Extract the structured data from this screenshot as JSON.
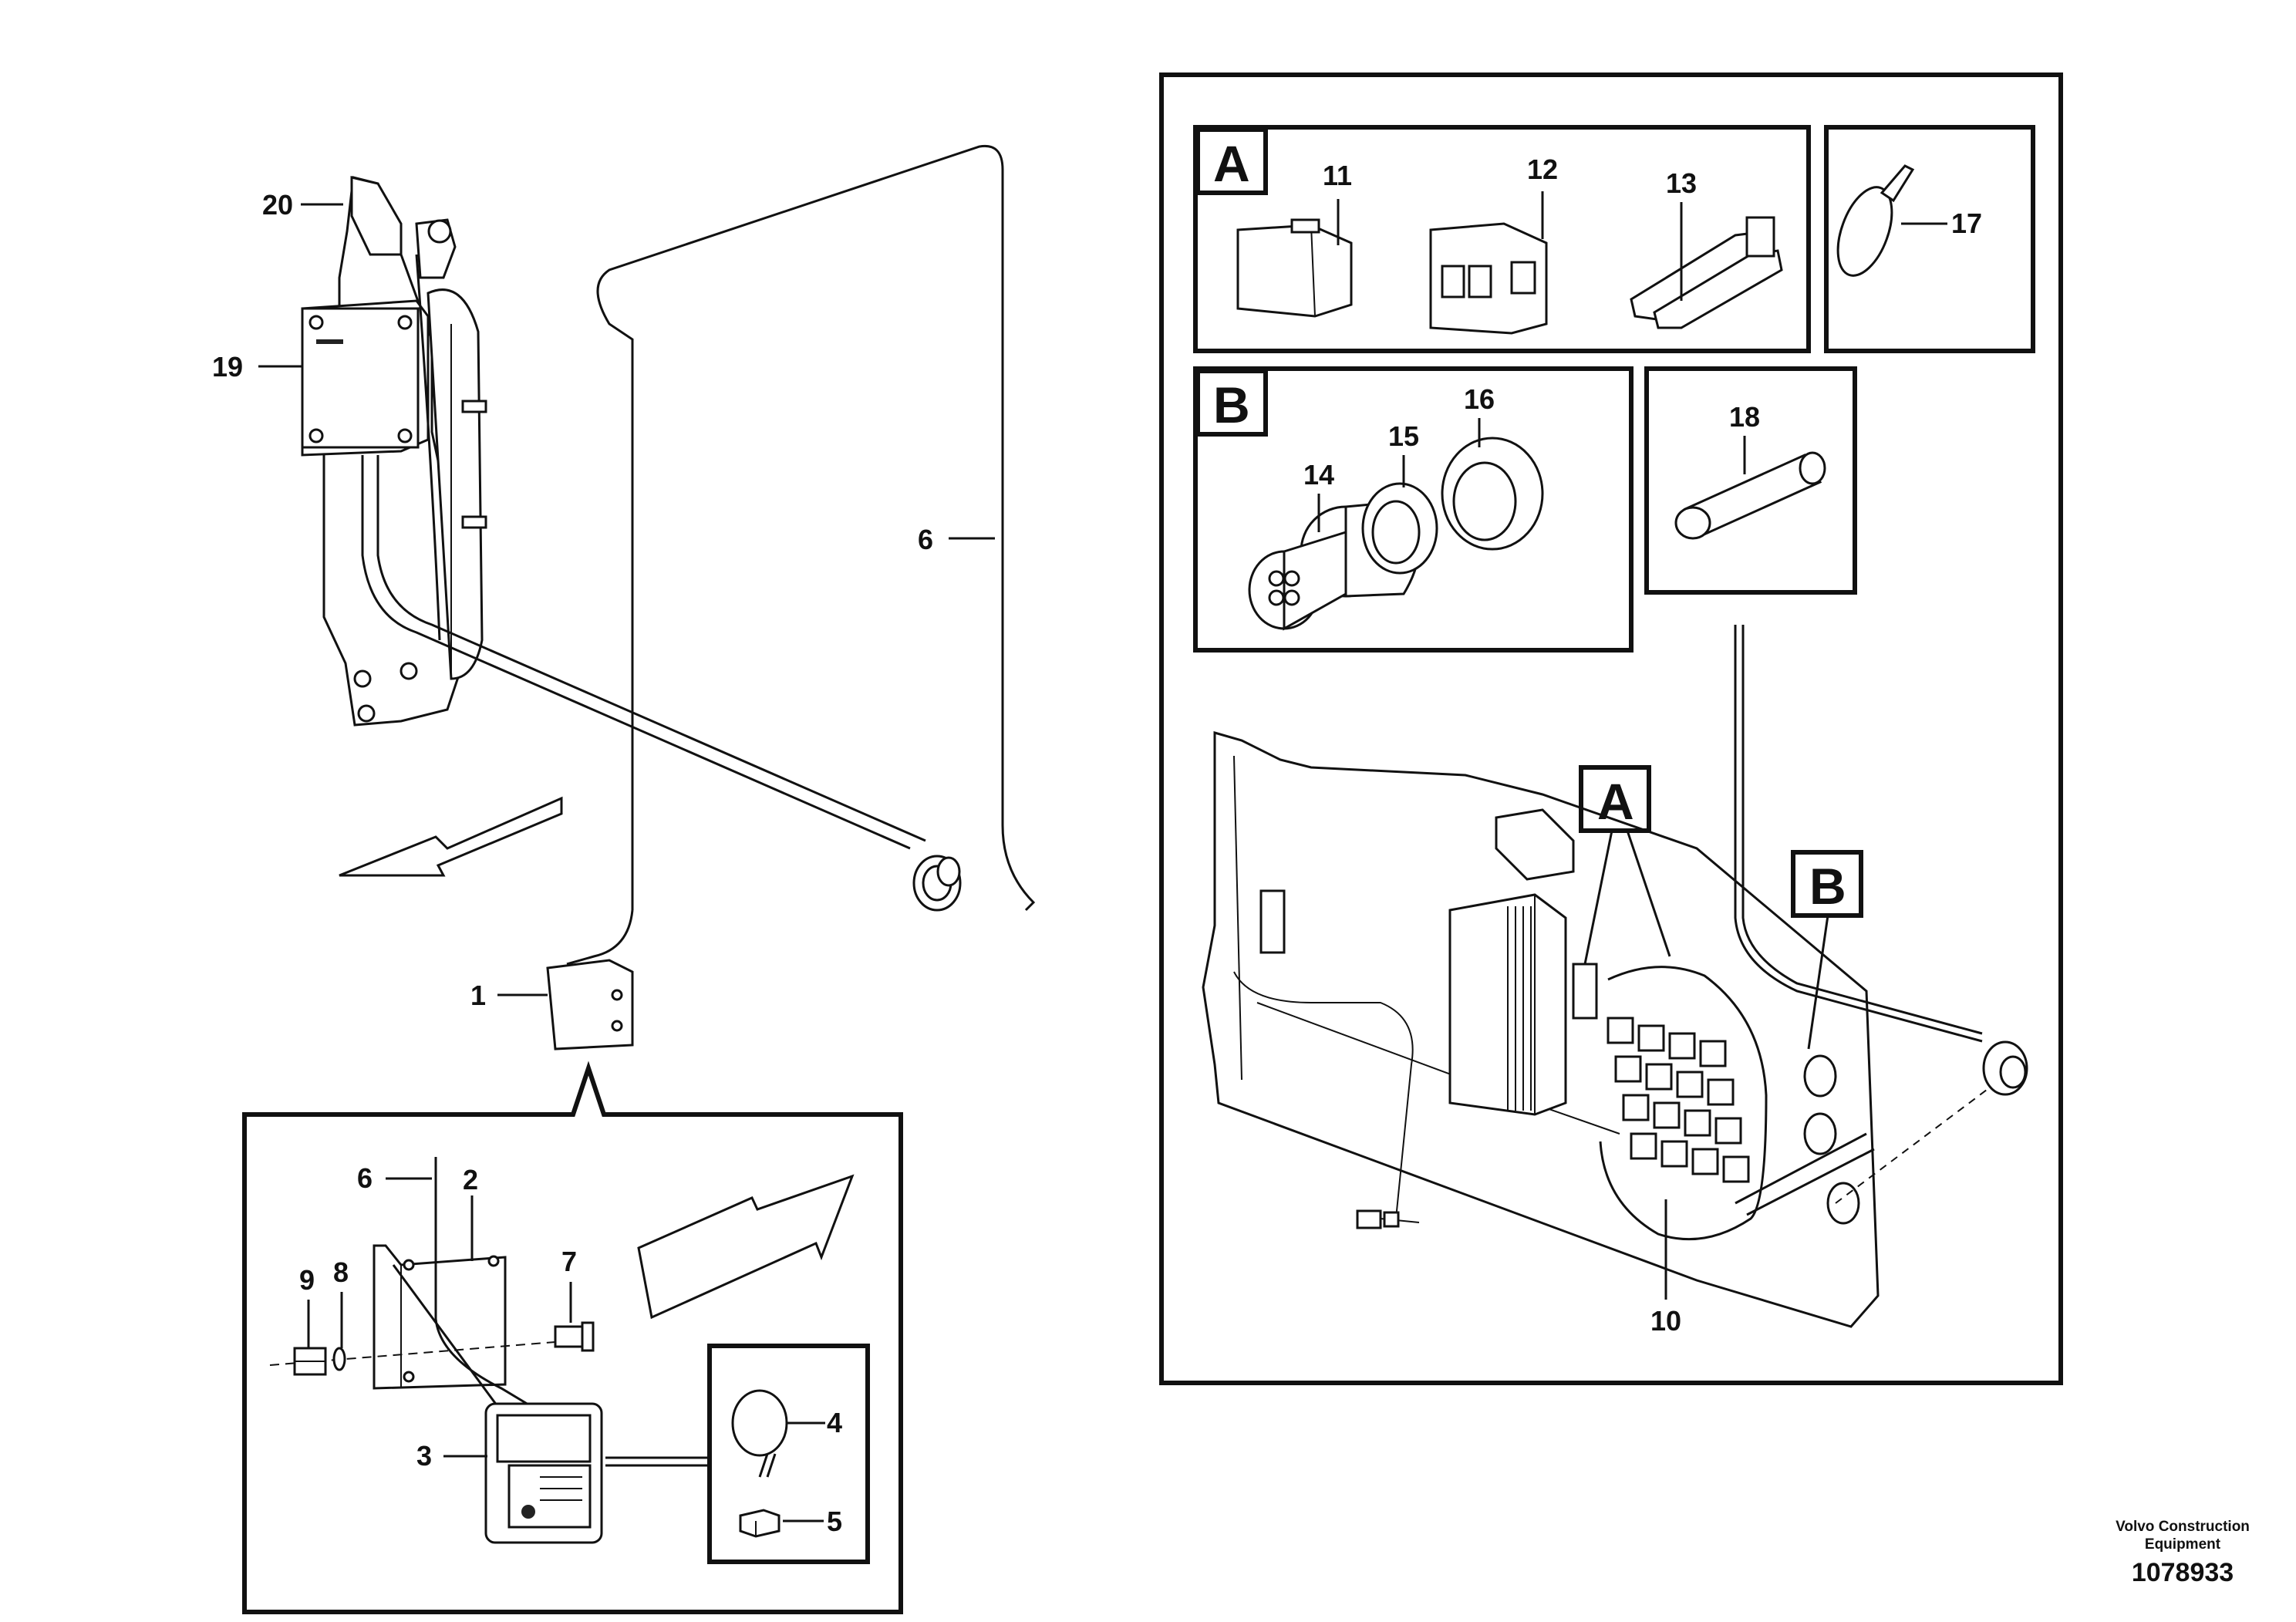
{
  "labels": {
    "p1": "1",
    "p2": "2",
    "p3": "3",
    "p4": "4",
    "p5": "5",
    "p6_top": "6",
    "p6_detail": "6",
    "p7": "7",
    "p8": "8",
    "p9": "9",
    "p10": "10",
    "p11": "11",
    "p12": "12",
    "p13": "13",
    "p14": "14",
    "p15": "15",
    "p16": "16",
    "p17": "17",
    "p18": "18",
    "p19": "19",
    "p20": "20"
  },
  "callouts": {
    "a_box": "A",
    "b_box": "B",
    "a_panel": "A",
    "b_panel": "B"
  },
  "footer": {
    "company_line1": "Volvo Construction",
    "company_line2": "Equipment",
    "drawing_number": "1078933"
  }
}
